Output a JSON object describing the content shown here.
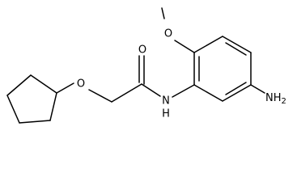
{
  "molecule": {
    "atom_labels": {
      "methoxy_o": "O",
      "methyl": "",
      "carbonyl_o": "O",
      "amide_n": "N",
      "amide_h": "H",
      "ether_o": "O",
      "amine": "NH",
      "amine_sub": "2"
    }
  }
}
